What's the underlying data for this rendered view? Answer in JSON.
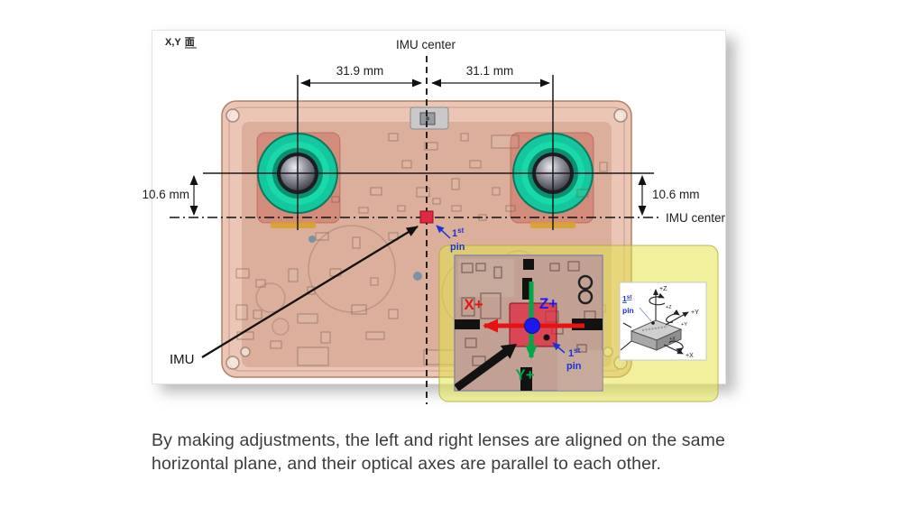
{
  "colors": {
    "accent-teal": "#14c79e",
    "teal-dark": "#0a8f70",
    "board-fill": "#e7bba8",
    "board-stroke": "#b08068",
    "pcb-fill": "#cf9c86",
    "mount-red": "#c85f55",
    "highlight-yellow": "#e3e34c",
    "axis-red": "#e81212",
    "axis-green": "#00a84a",
    "axis-blue": "#1a1aee",
    "pin-blue": "#1a35d6",
    "imu-red": "#e02840"
  },
  "panel": {
    "plane_label_prefix": "X,Y",
    "plane_label_suffix": "面",
    "imu_center_top": "IMU center",
    "imu_center_right": "IMU center",
    "dim_top_left": "31.9 mm",
    "dim_top_right": "31.1 mm",
    "dim_side_left": "10.6 mm",
    "dim_side_right": "10.6 mm",
    "imu_label": "IMU"
  },
  "pin_label": {
    "num": "1",
    "sup": "st",
    "word": "pin"
  },
  "magnifier": {
    "axis_x": "X+",
    "axis_z": "Z+",
    "axis_y": "Y+"
  },
  "chip_diagram": {
    "axis_z": "+Z",
    "axis_y": "+Y",
    "axis_x": "+X",
    "rot_z": "+Z",
    "rot_y": "+Y",
    "rot_x": "+X"
  },
  "caption": {
    "line1": "By making adjustments, the left and right lenses are aligned on the same",
    "line2": "horizontal plane, and their optical axes are parallel to each other."
  }
}
